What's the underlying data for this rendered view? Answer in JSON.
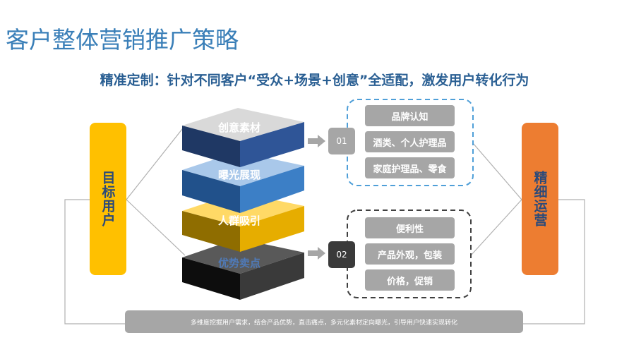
{
  "page": {
    "title": "客户整体营销推广策略",
    "subtitle": "精准定制：针对不同客户“受众+场景+创意”全适配，激发用户转化行为"
  },
  "left_box": {
    "label": "目标用户",
    "color": "#ffc000"
  },
  "right_box": {
    "label": "精细运营",
    "color": "#ed7d31"
  },
  "layers": [
    {
      "label": "创意素材"
    },
    {
      "label": "曝光展现"
    },
    {
      "label": "人群吸引"
    },
    {
      "label": "优势卖点"
    }
  ],
  "group1": {
    "number": "01",
    "items": [
      "品牌认知",
      "酒类、个人护理品",
      "家庭护理品、零食"
    ],
    "border_color": "#4f9fd8"
  },
  "group2": {
    "number": "02",
    "items": [
      "便利性",
      "产品外观，包装",
      "价格，促销"
    ],
    "border_color": "#404040"
  },
  "bottom_bar": {
    "text": "多维度挖掘用户需求，结合产品优势，直击痛点，多元化素材定向曝光，引导用户快速实现转化"
  }
}
